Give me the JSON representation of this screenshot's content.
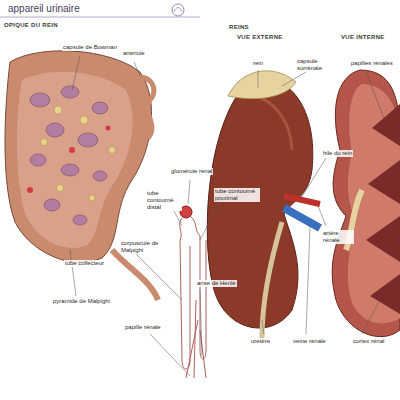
{
  "diagram": {
    "title": "appareil urinaire",
    "labels": [
      "OPIQUE DU REIN",
      "REINS",
      "VUE EXTERNE",
      "VUE INTERNE",
      "glomérule rénal",
      "capsule de Bowman",
      "artériole",
      "tube contourné distal",
      "tube contourné proximal",
      "corpuscule de Malpighi",
      "tube collecteur",
      "anse de Henlé",
      "papille rénale",
      "pyramide de Malpighi",
      "rein",
      "capsule surrénale",
      "papilles rénales",
      "hile du rein",
      "artère rénale",
      "uretère",
      "veine rénale",
      "cortex rénal"
    ]
  }
}
